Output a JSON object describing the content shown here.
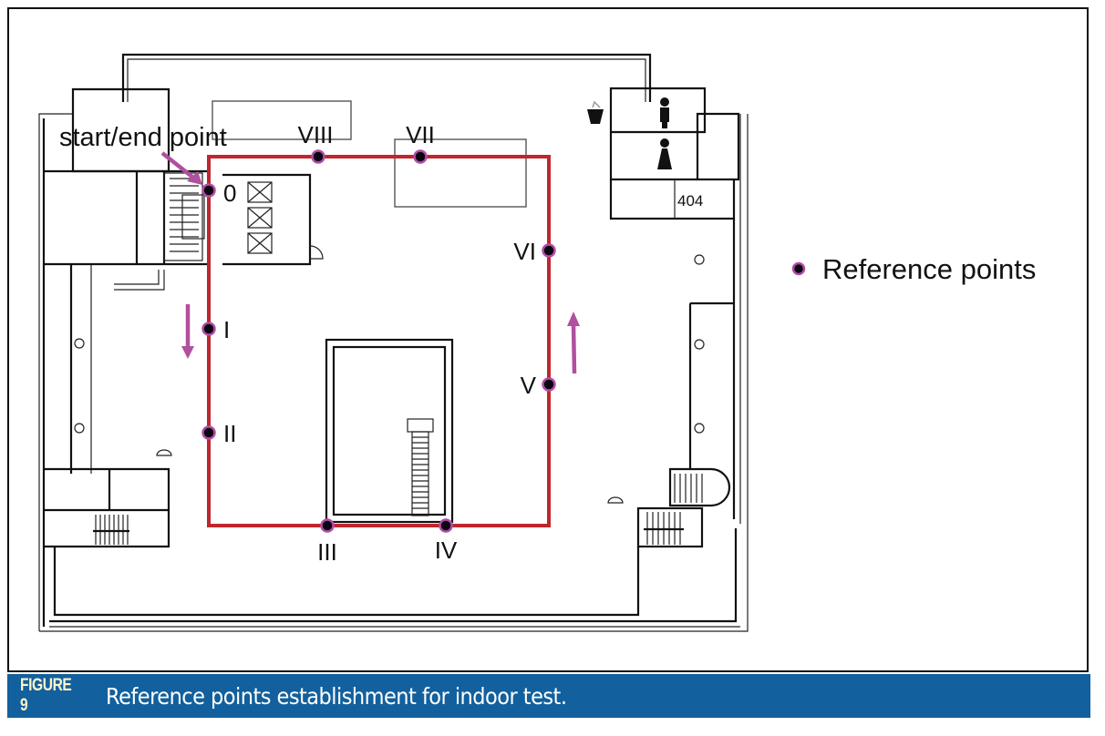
{
  "figure": {
    "caption_label": "FIGURE 9",
    "caption_text": "Reference points establishment for indoor test."
  },
  "diagram": {
    "type": "floor-plan",
    "route_color": "#c0262d",
    "point_color": "#0a0610",
    "point_outline_color": "#b34ca8",
    "arrow_color": "#b0509f",
    "caption_bar_color": "#12609d",
    "start_label": "start/end point",
    "room_number": "404",
    "legend": {
      "marker": "reference-point",
      "label": "Reference points"
    },
    "reference_points": [
      {
        "id": "0",
        "label": "0"
      },
      {
        "id": "I",
        "label": "I"
      },
      {
        "id": "II",
        "label": "II"
      },
      {
        "id": "III",
        "label": "III"
      },
      {
        "id": "IV",
        "label": "IV"
      },
      {
        "id": "V",
        "label": "V"
      },
      {
        "id": "VI",
        "label": "VI"
      },
      {
        "id": "VII",
        "label": "VII"
      },
      {
        "id": "VIII",
        "label": "VIII"
      }
    ],
    "route_order": [
      "0",
      "I",
      "II",
      "III",
      "IV",
      "V",
      "VI",
      "VII",
      "VIII",
      "0"
    ],
    "direction_arrows": [
      {
        "side": "left",
        "direction": "down"
      },
      {
        "side": "right",
        "direction": "up"
      }
    ],
    "icons": [
      "male-restroom-icon",
      "female-restroom-icon",
      "trash-bin-icon",
      "elevator-icon",
      "staircase-icon",
      "escalator-icon"
    ]
  }
}
